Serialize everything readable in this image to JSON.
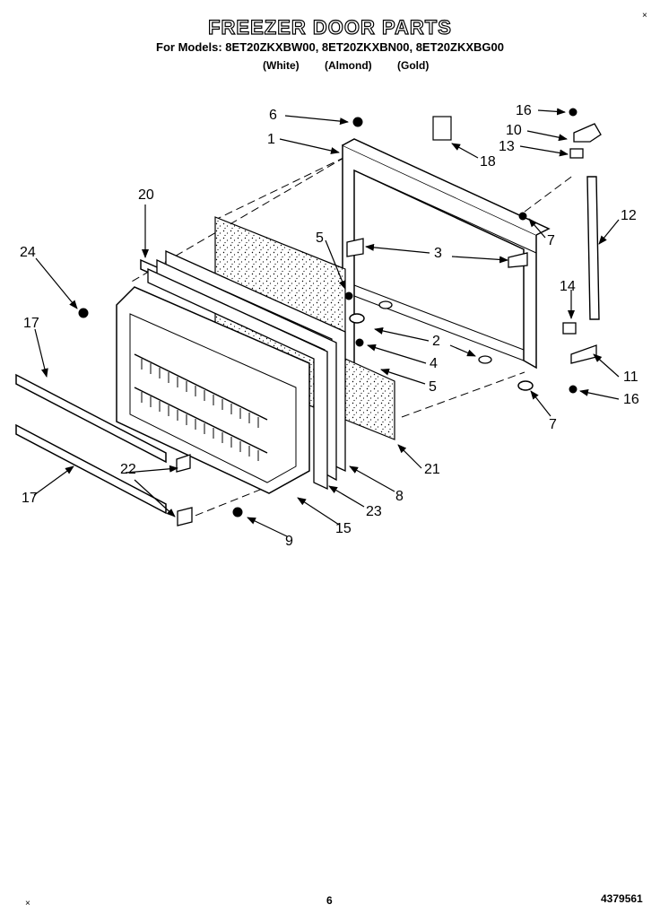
{
  "header": {
    "title": "FREEZER DOOR PARTS",
    "models_line": "For Models: 8ET20ZKXBW00, 8ET20ZKXBN00, 8ET20ZKXBG00",
    "colors": [
      "(White)",
      "(Almond)",
      "(Gold)"
    ]
  },
  "callouts": [
    "6",
    "1",
    "18",
    "16",
    "10",
    "13",
    "20",
    "7",
    "12",
    "5",
    "3",
    "24",
    "14",
    "17",
    "2",
    "4",
    "5",
    "11",
    "16",
    "7",
    "21",
    "22",
    "8",
    "17",
    "23",
    "15",
    "9"
  ],
  "footer": {
    "page_number": "6",
    "document_number": "4379561"
  },
  "marks": {
    "top_right": "×",
    "bottom_left": "×"
  }
}
